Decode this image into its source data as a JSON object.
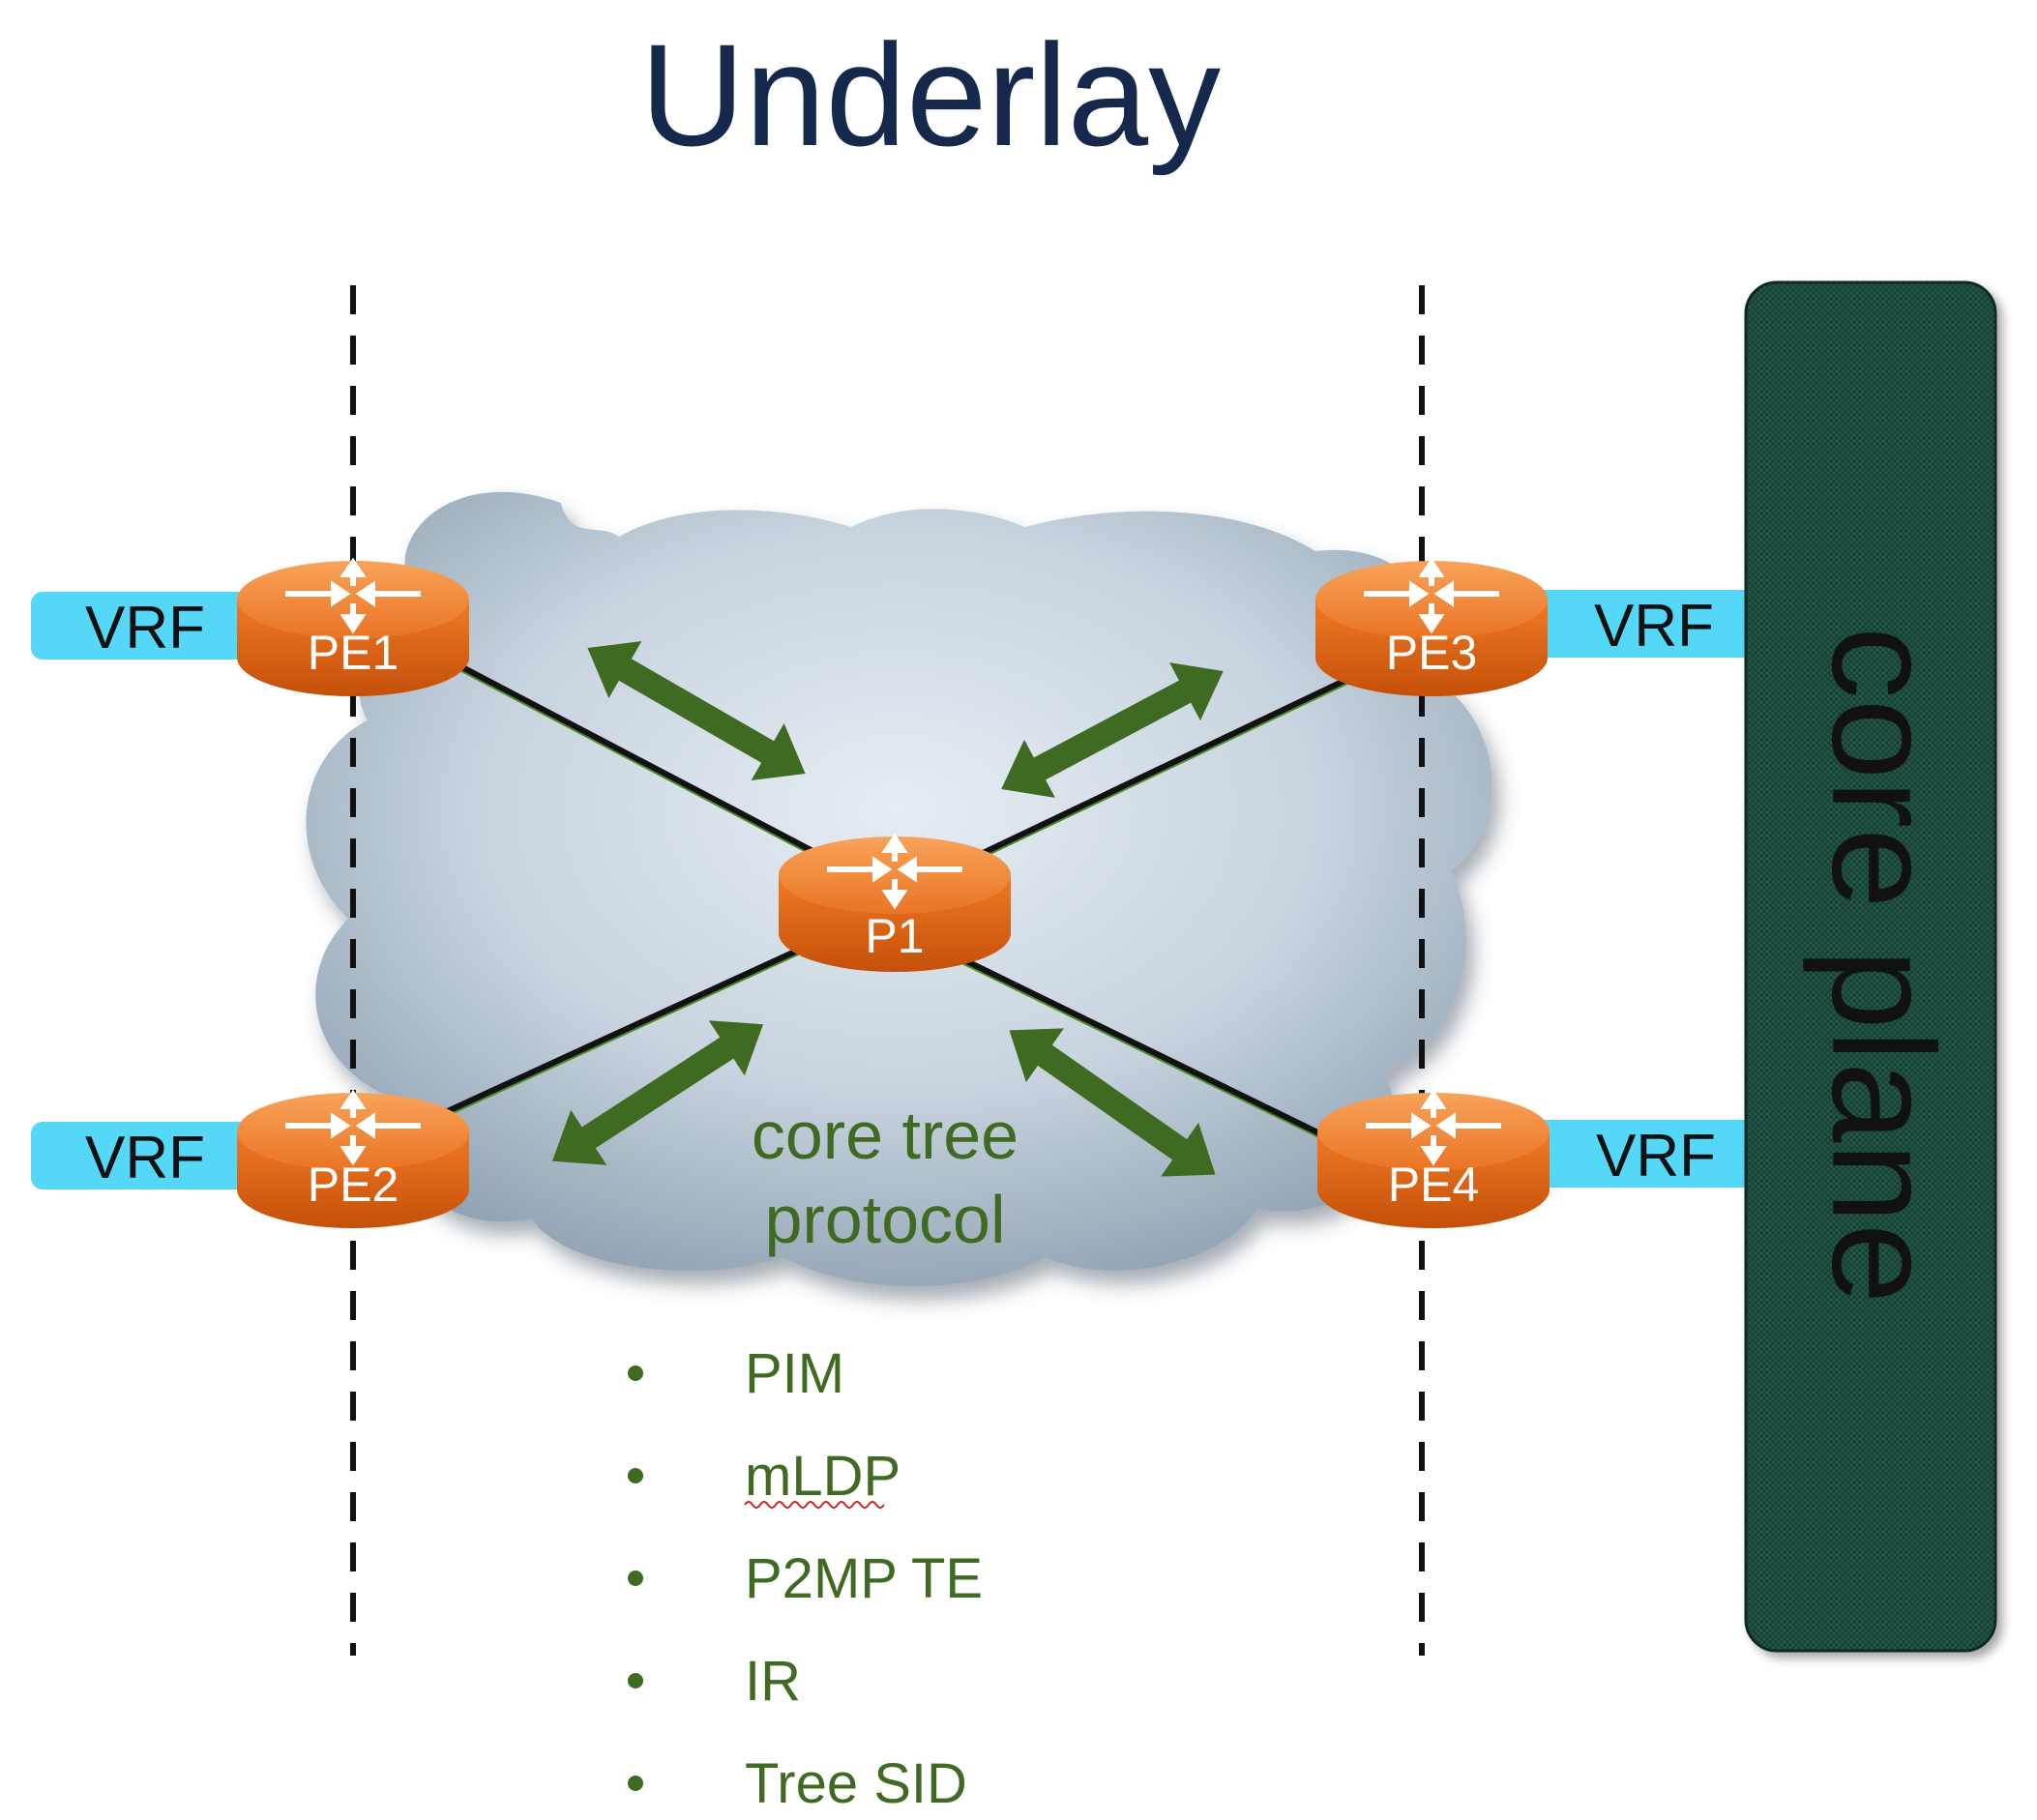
{
  "title": "Underlay",
  "nodes": {
    "pe1": "PE1",
    "pe2": "PE2",
    "pe3": "PE3",
    "pe4": "PE4",
    "p1": "P1"
  },
  "vrf_label": "VRF",
  "core_tree_protocol": {
    "line1": "core tree",
    "line2": "protocol"
  },
  "protocols": [
    "PIM",
    "mLDP",
    "P2MP TE",
    "IR",
    "Tree SID"
  ],
  "core_plane_label": "core plane",
  "colors": {
    "title": "#14294b",
    "router_orange": "#e96b16",
    "arrow_green": "#3f6a22",
    "text_green": "#3f6a22",
    "vrf_blue": "#55d8f8",
    "core_plane_fill": "#1f4a3e"
  }
}
